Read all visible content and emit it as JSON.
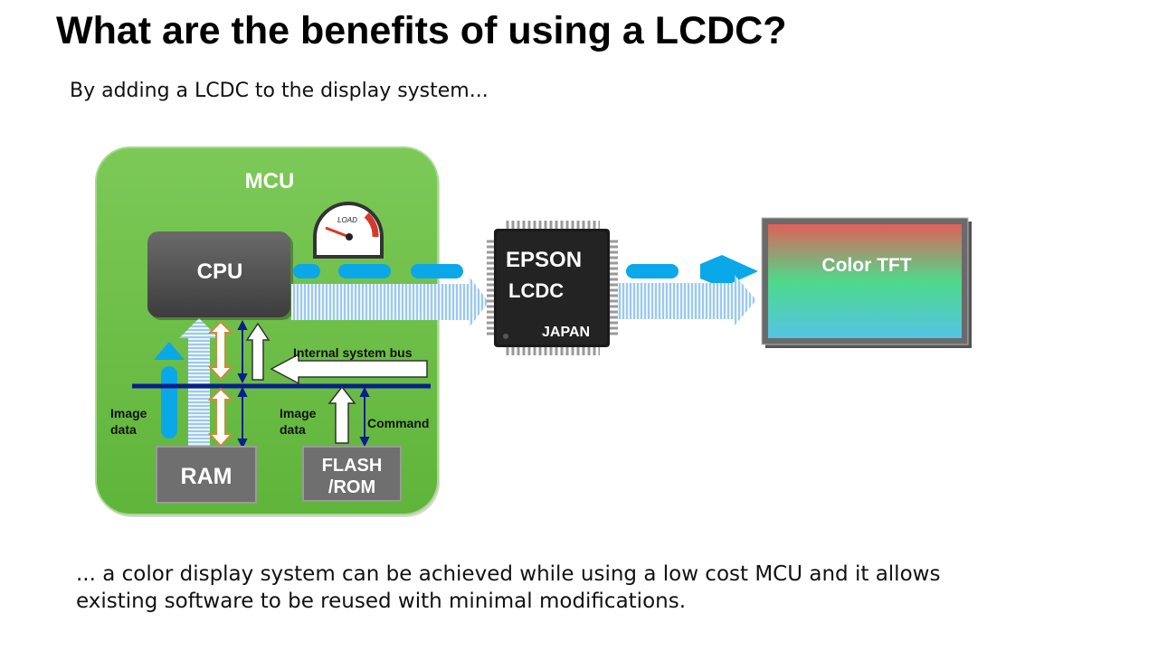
{
  "slide": {
    "title": "What are the benefits of using a LCDC?",
    "subtitle": "By adding a LCDC to the display system...",
    "conclusion_line1": "... a color display system can be achieved while using a low cost MCU and it allows",
    "conclusion_line2": "existing software to be reused with minimal modifications."
  },
  "diagram": {
    "mcu_label": "MCU",
    "cpu_label": "CPU",
    "gauge_label": "LOAD",
    "ram_label": "RAM",
    "flash_label_line1": "FLASH",
    "flash_label_line2": "/ROM",
    "bus_label": "Internal system bus",
    "image_data_left_line1": "Image",
    "image_data_left_line2": "data",
    "image_data_right_line1": "Image",
    "image_data_right_line2": "data",
    "command_label": "Command",
    "chip_brand": "EPSON",
    "chip_name": "LCDC",
    "chip_origin": "JAPAN",
    "display_label": "Color TFT"
  },
  "colors": {
    "mcu_green": "#6cbf45",
    "cpu_gray": "#555555",
    "bus_navy": "#0a1f8a",
    "dash_blue": "#0aa8e8",
    "chip_black": "#1a1a1a"
  },
  "icons": {
    "gauge": "load-gauge-icon",
    "chip": "lcdc-chip-icon"
  }
}
